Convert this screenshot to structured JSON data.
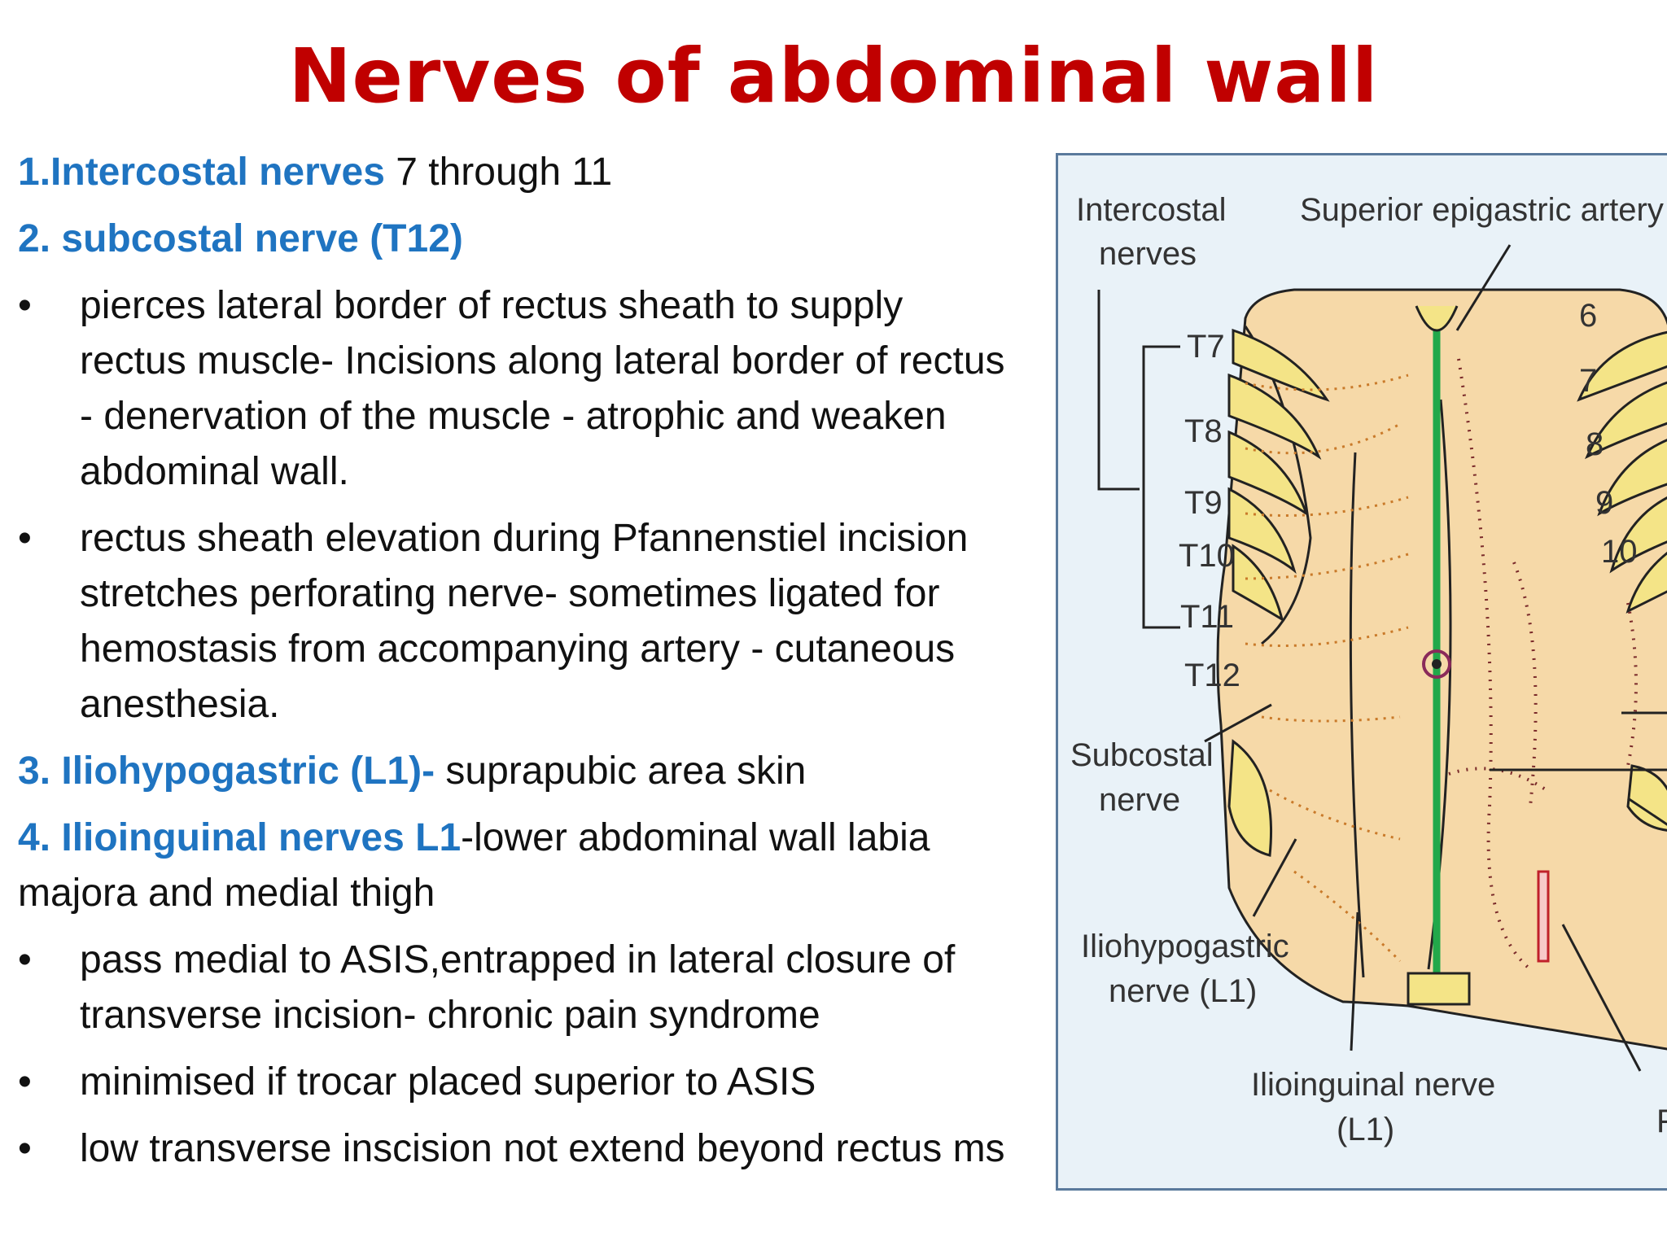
{
  "colors": {
    "title": "#c00000",
    "accent": "#1f74c1",
    "text": "#111111"
  },
  "title": "Nerves of abdominal wall",
  "items": [
    {
      "type": "heading",
      "hl": "1.Intercostal nerves",
      "rest": " 7 through 11"
    },
    {
      "type": "heading",
      "hl": "2. subcostal nerve (T12)",
      "rest": ""
    },
    {
      "type": "bullet",
      "text": "pierces lateral border of  rectus sheath to supply rectus muscle- Incisions along lateral border of rectus - denervation of the muscle - atrophic and weaken abdominal wall."
    },
    {
      "type": "bullet",
      "text": "rectus sheath elevation during Pfannenstiel incision stretches perforating nerve- sometimes ligated for hemostasis from accompanying artery - cutaneous anesthesia."
    },
    {
      "type": "heading",
      "hl": "3. Iliohypogastric (L1)-",
      "rest": " suprapubic area skin"
    },
    {
      "type": "heading",
      "hl": "4. Ilioinguinal nerves L1",
      "rest": "-lower abdominal wall labia majora and medial thigh"
    },
    {
      "type": "bullet",
      "text": "pass medial to ASIS,entrapped in lateral closure of transverse incision- chronic pain syndrome"
    },
    {
      "type": "bullet",
      "text": "minimised if trocar placed superior to ASIS"
    },
    {
      "type": "bullet",
      "text": "low transverse inscision not extend beyond rectus ms"
    }
  ],
  "bullet_char": "•",
  "figure": {
    "labels": {
      "intercostal": [
        "Intercostal",
        "nerves"
      ],
      "superior_epigastric": "Superior epigastric artery",
      "subcostal": [
        "Subcostal",
        "nerve"
      ],
      "iliohypogastric": [
        "Iliohypogastric",
        "nerve (L1)"
      ],
      "ilioinguinal": [
        "Ilioinguinal nerve",
        "(L1)"
      ],
      "edge_letter": "F"
    },
    "thoracic": [
      "T7",
      "T8",
      "T9",
      "T10",
      "T11",
      "T12"
    ],
    "ribs": [
      "6",
      "7",
      "8",
      "9",
      "10"
    ]
  }
}
